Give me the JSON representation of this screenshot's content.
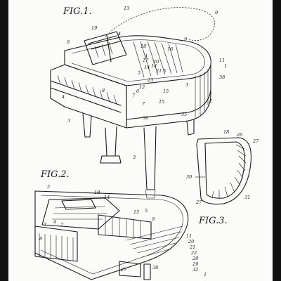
{
  "figures": {
    "fig1": "FIG.1.",
    "fig2": "FIG.2.",
    "fig3": "FIG.3."
  },
  "refs_fig1": [
    "13",
    "9",
    "19",
    "4",
    "9",
    "16",
    "18",
    "15",
    "6",
    "11",
    "1",
    "38",
    "3",
    "5",
    "7",
    "2",
    "8",
    "35",
    "36",
    "3",
    "3",
    "17",
    "4",
    "14",
    "23",
    "12",
    "14",
    "21",
    "5",
    "6",
    "7",
    "15",
    "4",
    "20"
  ],
  "refs_fig3": [
    "18",
    "26",
    "27",
    "30",
    "27",
    "31"
  ],
  "refs_fig2": [
    "5",
    "19",
    "14",
    "15",
    "5",
    "9",
    "11",
    "20",
    "21",
    "22",
    "28",
    "29",
    "32",
    "1",
    "38",
    "27",
    "7",
    "4",
    "7",
    "8"
  ]
}
